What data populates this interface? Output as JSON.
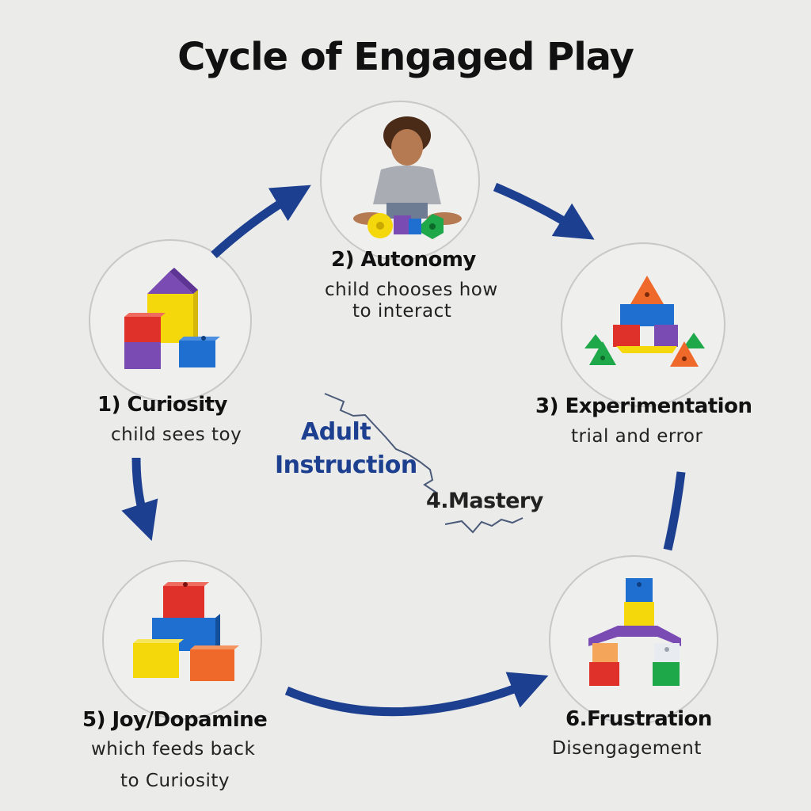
{
  "title": "Cycle of Engaged Play",
  "colors": {
    "arrow": "#1d3f8f",
    "circle_stroke": "#c8c8c8",
    "circle_fill": "#efefee",
    "zigzag": "#4a5a78",
    "adult_instruction": "#1d3f8f",
    "red": "#e0302a",
    "blue": "#1f6fd0",
    "yellow": "#f5d80c",
    "green": "#1fa84a",
    "purple": "#7b4bb4",
    "orange": "#ef6a2a"
  },
  "nodes": [
    {
      "id": "curiosity",
      "title": "1) Curiosity",
      "desc_lines": [
        "child sees toy"
      ],
      "icon": "block-tower-icon"
    },
    {
      "id": "autonomy",
      "title": "2) Autonomy",
      "desc_lines": [
        "child chooses how",
        "to interact"
      ],
      "icon": "child-playing-icon"
    },
    {
      "id": "experimentation",
      "title": "3) Experimentation",
      "desc_lines": [
        "trial and error"
      ],
      "icon": "shape-sorter-icon"
    },
    {
      "id": "joy",
      "title": "5) Joy/Dopamine",
      "desc_lines": [
        "which feeds back",
        "to Curiosity"
      ],
      "icon": "block-pyramid-icon"
    },
    {
      "id": "frustration",
      "title": "6.Frustration",
      "desc_lines": [
        "Disengagement"
      ],
      "icon": "block-arch-icon"
    }
  ],
  "center": {
    "adult_instruction_lines": [
      "Adult",
      "Instruction"
    ],
    "mastery": "4.Mastery"
  }
}
